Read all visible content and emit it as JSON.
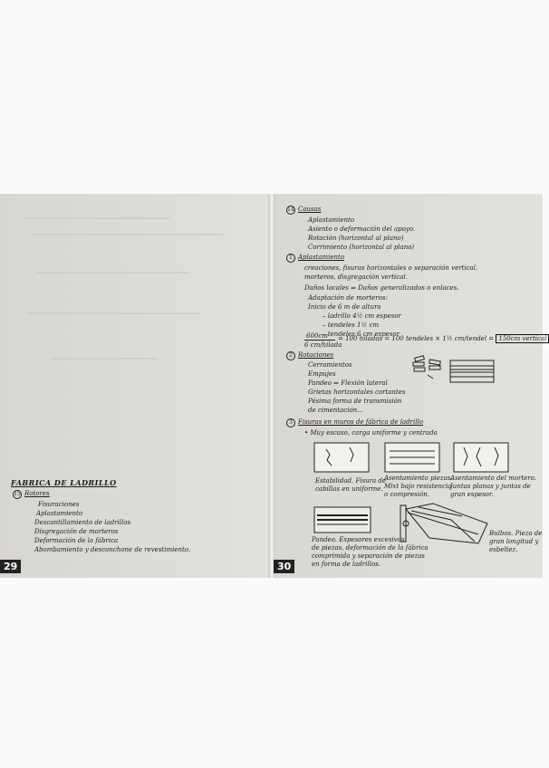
{
  "left_page": {
    "header": "FABRICA DE LADRILLO",
    "section_num": "15",
    "section_title": "Rotores",
    "items": [
      "Fisuraciones",
      "Aplastamiento",
      "Descantillamiento de ladrillos",
      "Disgregación de morteros",
      "Deformación de la fábrica",
      "Abombamiento y desconchone de revestimiento."
    ],
    "page_number": "29"
  },
  "right_page": {
    "s14": {
      "num": "14",
      "title": "Causas",
      "lines": [
        "Aplastamiento",
        "Asiento o deformación del apoyo.",
        "Rotación (horizontal al plano)",
        "Corrimiento (horizontal al plano)"
      ]
    },
    "s1": {
      "num": "1",
      "title": "Aplastamiento",
      "lines": [
        "creaciones, fisuras horizontales o separación vertical.",
        "morteros, disgregación vertical.",
        "Daños locales ⇒ Daños generalizados o enlaces.",
        "Adaptación de morteros:",
        "Inicio de 6 m de altura",
        "– ladrillo 4½ cm espesor",
        "– tendeles 1½ cm",
        "– tendeles 6 cm espesor"
      ],
      "calc_num": "600cm",
      "calc_den": "6 cm/hilada",
      "calc_result": "= 100 hiladas = 100 tendeles × 1½ cm/tendel = ",
      "calc_box": "150cm vertical"
    },
    "s2": {
      "num": "2",
      "title": "Rotaciones",
      "lines": [
        "Cerramientos",
        "Empujes",
        "Pandeo ⇒ Flexión lateral",
        "Grietas horizontales cortantes",
        "Pésima forma de transmisión",
        "de cimentación..."
      ]
    },
    "s3": {
      "num": "3",
      "title": "Fisuras en muros de fábrica de ladrillo",
      "subtitle": "• Muy escaso, carga uniforme y centrada",
      "cap1": [
        "Estabilidad. Fisura de",
        "cabillas en uniforme."
      ],
      "cap2": [
        "Asentamiento piezas.",
        "Mixt bajo resistencia",
        "o compresión."
      ],
      "cap3": [
        "Asentamiento del mortero.",
        "Juntas planas y juntas de",
        "gran espesor."
      ],
      "cap4": [
        "Pandeo. Espesores excesivos",
        "de piezas, deformación de la fábrica",
        "comprimida y separación de piezas",
        "en forma de ladrillos."
      ],
      "cap5": [
        "Bulbos. Pieza de",
        "gran longitud y",
        "esbeltez."
      ]
    },
    "page_number": "30"
  }
}
